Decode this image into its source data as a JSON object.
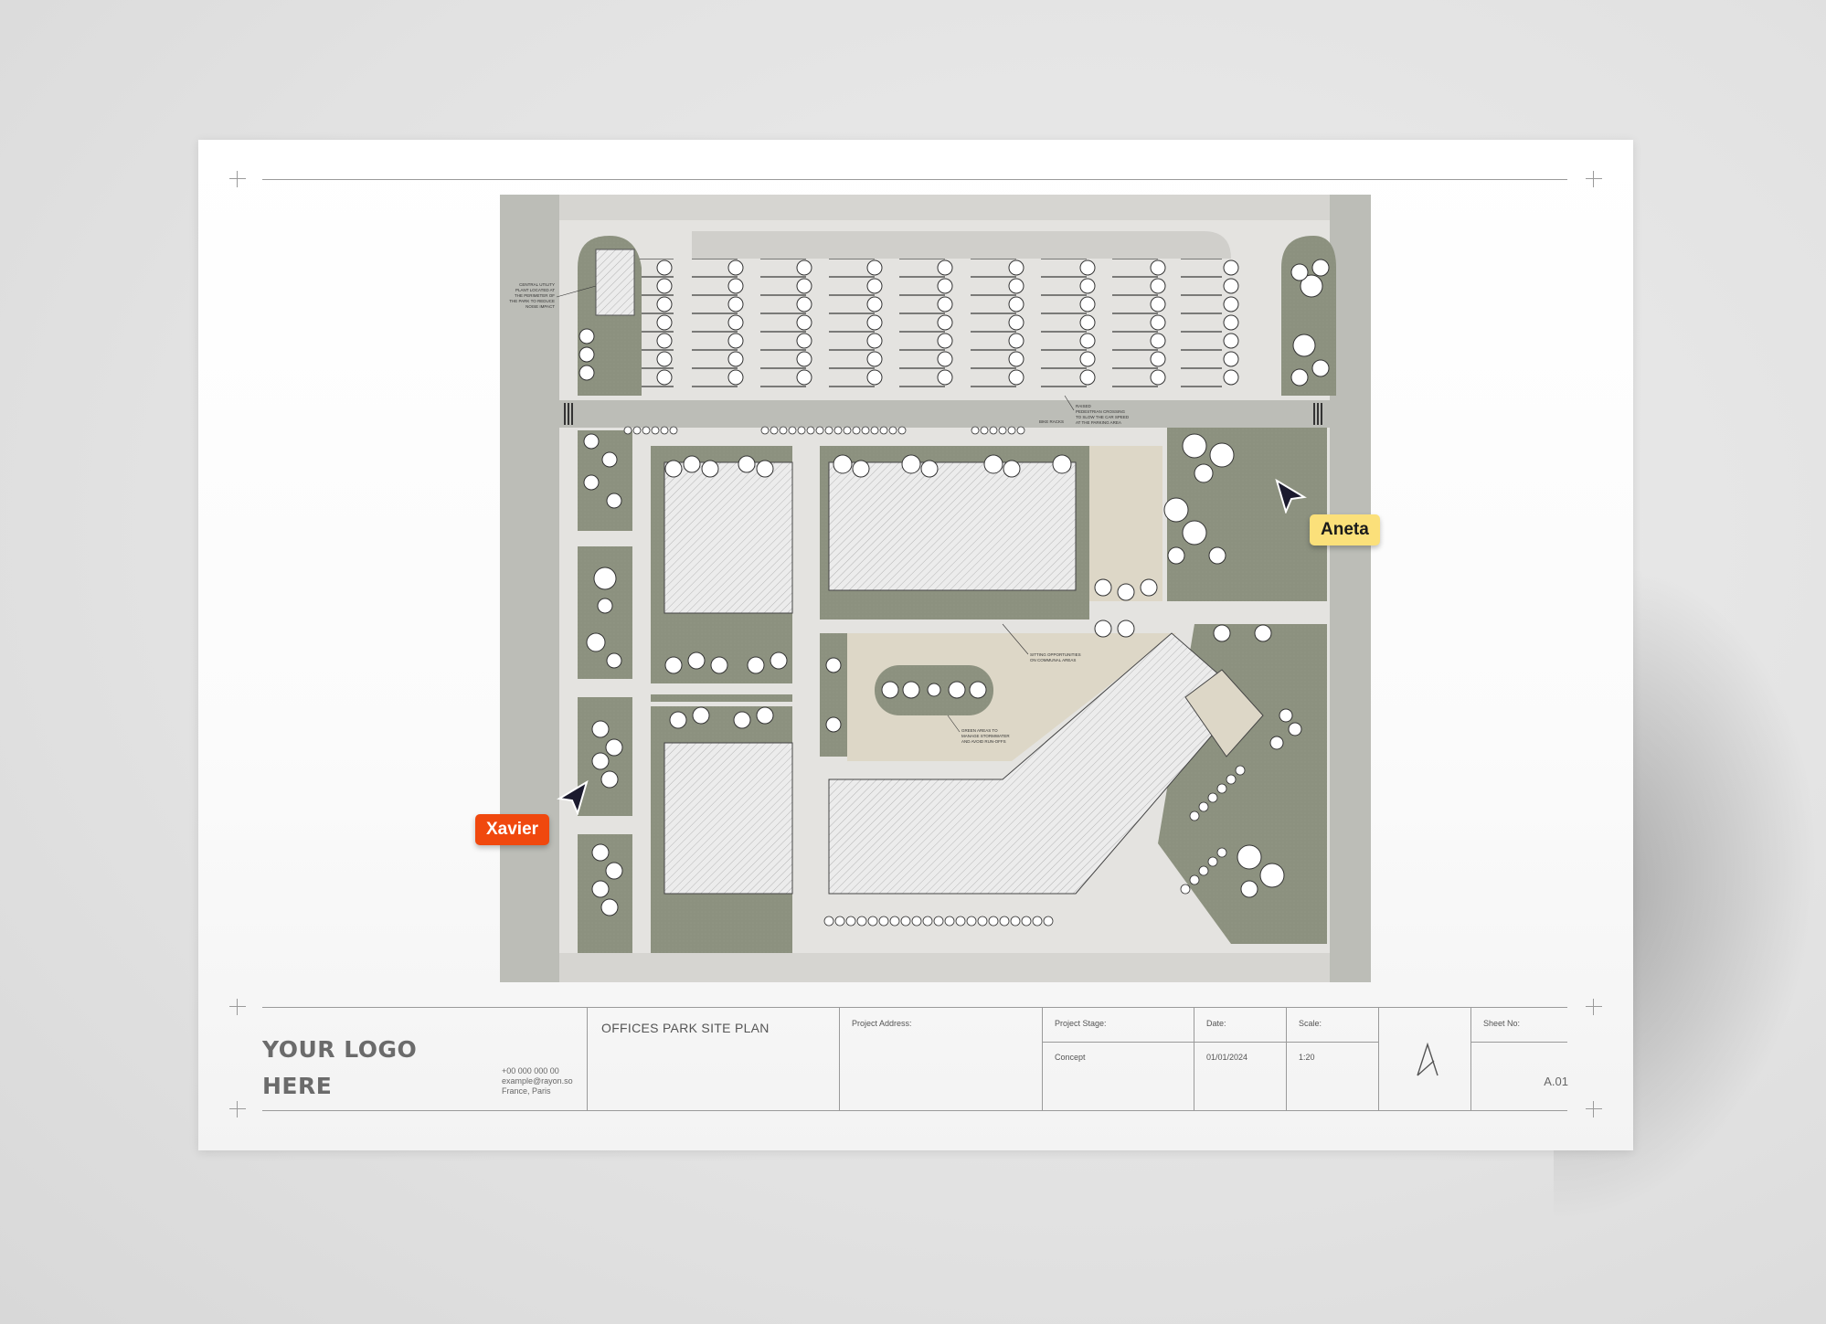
{
  "title_block": {
    "logo_line1": "YOUR LOGO",
    "logo_line2": "HERE",
    "phone": "+00 000 000 00",
    "email": "example@rayon.so",
    "location": "France, Paris",
    "project_title": "OFFICES PARK SITE PLAN",
    "project_address_label": "Project Address:",
    "project_stage_label": "Project Stage:",
    "project_stage_value": "Concept",
    "date_label": "Date:",
    "date_value": "01/01/2024",
    "scale_label": "Scale:",
    "scale_value": "1:20",
    "sheet_no_label": "Sheet No:",
    "sheet_no_value": "A.01"
  },
  "annotations": {
    "utility": [
      "CENTRAL UTILITY",
      "PLANT LOCATED AT",
      "THE PERIMETER OF",
      "THE PARK TO REDUCE",
      "NOISE IMPACT"
    ],
    "crossing": [
      "RAISED",
      "PEDESTRIAN CROSSING",
      "TO SLOW THE CAR SPEED",
      "AT THE PARKING AREA"
    ],
    "bike": "BIKE RACKS",
    "seating": [
      "SITTING OPPORTUNITIES",
      "ON COMMUNAL AREAS"
    ],
    "green": [
      "GREEN AREAS TO",
      "MANAGE STORMWATER",
      "AND AVOID RUN-OFFS"
    ]
  },
  "collaborators": [
    {
      "name": "Aneta",
      "color": "#fbe07a",
      "text_color": "#1a1a1a"
    },
    {
      "name": "Xavier",
      "color": "#f0480e",
      "text_color": "#ffffff"
    }
  ],
  "colors": {
    "green": "#8c917f",
    "road": "#bcbdb7",
    "path": "#e4e3e0",
    "plaza": "#ddd7c7",
    "building": "#e9e9e9"
  }
}
